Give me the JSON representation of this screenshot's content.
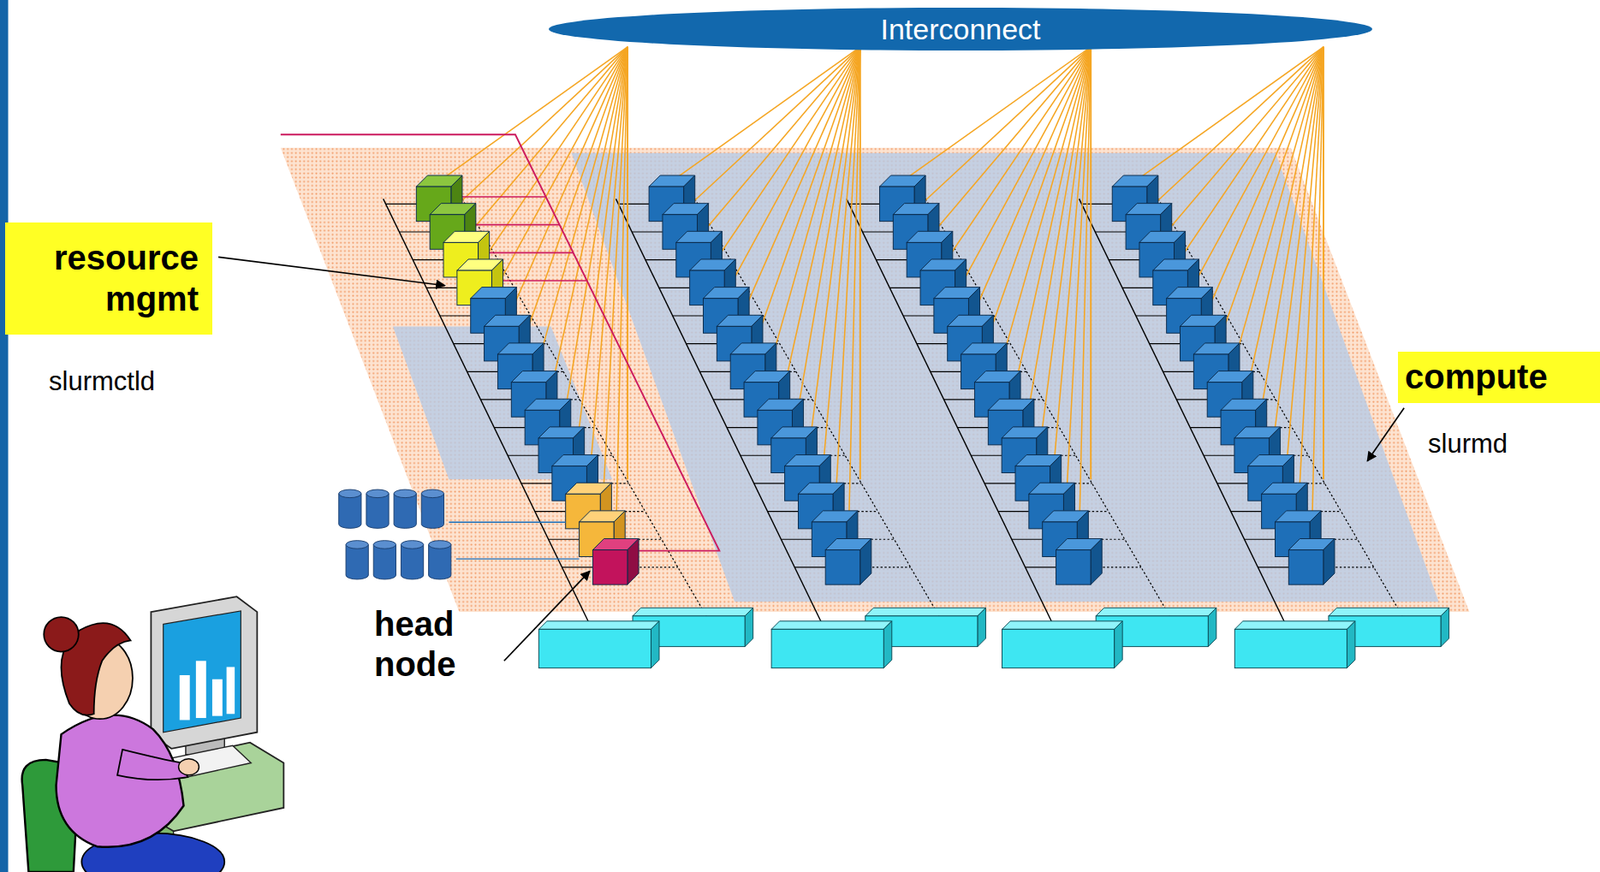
{
  "diagram": {
    "nodes": [
      {
        "text": [
          "Interconnect"
        ]
      },
      {
        "text": [
          "resource mgmt"
        ]
      },
      {
        "text": [
          "compute"
        ]
      }
    ],
    "labels": [
      "slurmctld",
      "slurmd",
      "head node"
    ]
  }
}
